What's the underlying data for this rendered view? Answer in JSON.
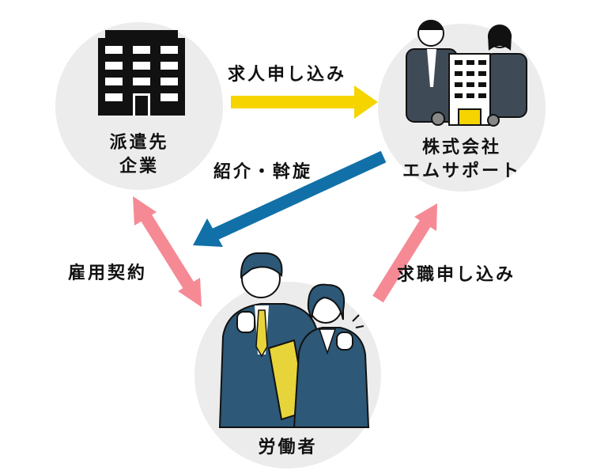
{
  "nodes": {
    "client": {
      "line1": "派遣先",
      "line2": "企業"
    },
    "agency": {
      "line1": "株式会社",
      "line2": "エムサポート"
    },
    "worker": {
      "label": "労働者"
    }
  },
  "edges": {
    "job_request": {
      "label": "求人申し込み"
    },
    "introduction": {
      "label": "紹介・斡旋"
    },
    "employment": {
      "label": "雇用契約"
    },
    "job_seeking": {
      "label": "求職申し込み"
    }
  },
  "colors": {
    "yellow_arrow": "#f5d400",
    "blue_arrow": "#1170a8",
    "pink_arrow": "#f58a95",
    "circle_bg": "#ececec",
    "suit": "#2d5877",
    "tie": "#e7d43a"
  }
}
